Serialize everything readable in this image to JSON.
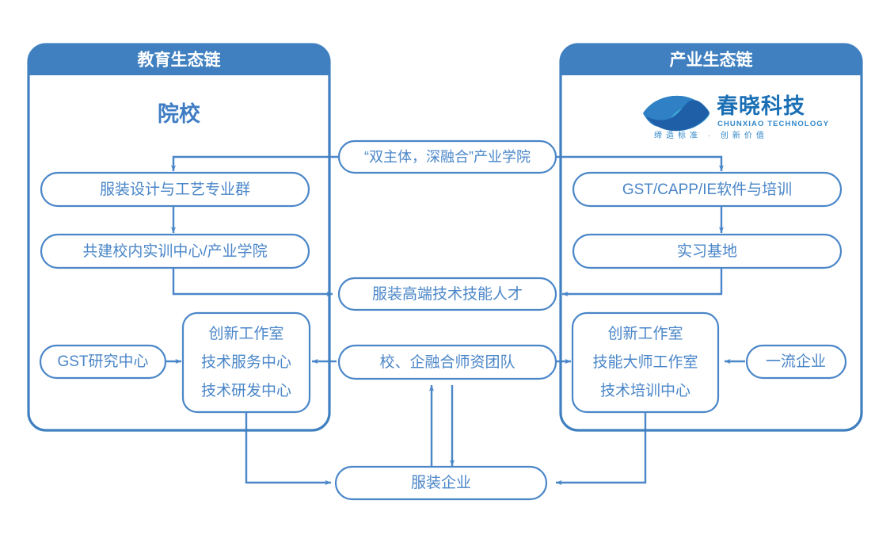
{
  "diagram": {
    "title_left": "教育生态链",
    "title_right": "产业生态链",
    "left_heading": "院校",
    "colors": {
      "panel_header": "#4080c0",
      "panel_border": "#4080c0",
      "node_stroke": "#4a86c8",
      "node_text": "#4a86c8",
      "connector": "#4a86c8",
      "heading_text": "#3f7cc4",
      "logo_text": "#1a6fb5",
      "background": "#ffffff"
    },
    "logo": {
      "name_cn": "春晓科技",
      "name_en": "CHUNXIAO TECHNOLOGY",
      "tagline": "缔造标准 · 创新价值",
      "icon": "chunxiao-eye-swirl-logo"
    },
    "left_nodes": [
      {
        "id": "fuzhuang-sheji",
        "label": "服装设计与工艺专业群"
      },
      {
        "id": "gongjian-xiaonei",
        "label": "共建校内实训中心/产业学院"
      },
      {
        "id": "gst-yanjiu",
        "label": "GST研究中心"
      }
    ],
    "left_multiline_node": {
      "id": "left-center-box",
      "lines": [
        "创新工作室",
        "技术服务中心",
        "技术研发中心"
      ]
    },
    "right_nodes": [
      {
        "id": "gst-capp-ie",
        "label": "GST/CAPP/IE软件与培训"
      },
      {
        "id": "shixi-jidi",
        "label": "实习基地"
      },
      {
        "id": "yiliu-qiye",
        "label": "一流企业"
      }
    ],
    "right_multiline_node": {
      "id": "right-center-box",
      "lines": [
        "创新工作室",
        "技能大师工作室",
        "技术培训中心"
      ]
    },
    "center_nodes": [
      {
        "id": "shuangzhuti",
        "label": "“双主体，深融合”产业学院"
      },
      {
        "id": "gaoduan-rencai",
        "label": "服装高端技术技能人才"
      },
      {
        "id": "shizi-tuandui",
        "label": "校、企融合师资团队"
      },
      {
        "id": "fuzhuang-qiye",
        "label": "服装企业"
      }
    ]
  }
}
